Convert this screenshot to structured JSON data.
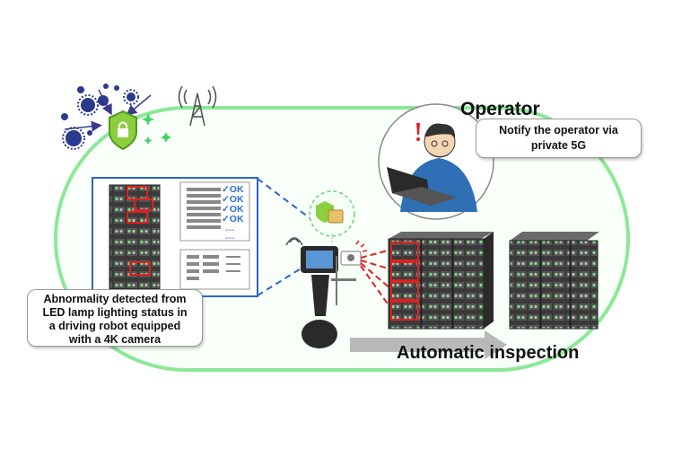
{
  "labels": {
    "operator": "Operator",
    "notify_line1": "Notify the operator via",
    "notify_line2": "private 5G",
    "abnormality_line1": "Abnormality detected from",
    "abnormality_line2": "LED lamp lighting status in",
    "abnormality_line3": "a driving robot equipped",
    "abnormality_line4": "with a 4K camera",
    "automatic_inspection": "Automatic inspection",
    "ok": "✓OK",
    "dash": "---"
  },
  "icons": [
    "virus-icon",
    "shield-lock-icon",
    "antenna-tower-icon",
    "robot-icon",
    "camera-icon",
    "server-rack-icon",
    "operator-icon",
    "laptop-icon",
    "alert-icon",
    "sim-card-icon",
    "arrow-right-icon"
  ],
  "colors": {
    "accent_green": "#7fe08a",
    "ok_blue": "#2f6fd0",
    "alert_red": "#e02020",
    "dashed_blue": "#2a64c8"
  }
}
